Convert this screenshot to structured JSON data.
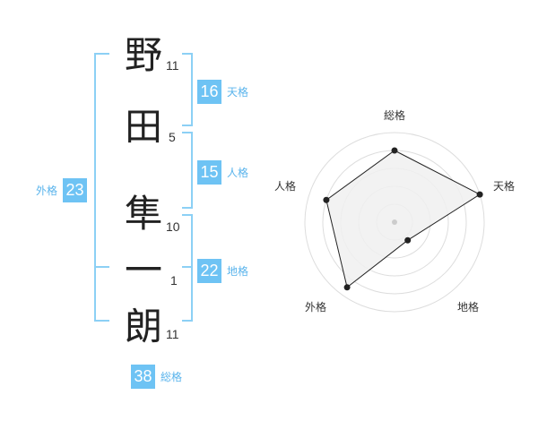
{
  "colors": {
    "accent": "#6ec3f4",
    "accent_text": "#5ab4ec",
    "bracket": "#8cd0f5",
    "ring": "#dddddd",
    "polygon_fill": "#f0f0f0",
    "polygon_stroke": "#222222"
  },
  "name": {
    "characters": [
      {
        "char": "野",
        "strokes": "11"
      },
      {
        "char": "田",
        "strokes": "5"
      },
      {
        "char": "隼",
        "strokes": "10"
      },
      {
        "char": "一",
        "strokes": "1"
      },
      {
        "char": "朗",
        "strokes": "11"
      }
    ]
  },
  "fortune": {
    "tenkaku": {
      "value": "16",
      "label": "天格"
    },
    "jinkaku": {
      "value": "15",
      "label": "人格"
    },
    "chikaku": {
      "value": "22",
      "label": "地格"
    },
    "gaikaku": {
      "value": "23",
      "label": "外格"
    },
    "soukaku": {
      "value": "38",
      "label": "総格"
    }
  },
  "chart_data": {
    "type": "radar",
    "axes": [
      "総格",
      "天格",
      "地格",
      "外格",
      "人格"
    ],
    "values": [
      0.8,
      1.0,
      0.25,
      0.9,
      0.8
    ],
    "rings": 5,
    "range": [
      0,
      1
    ]
  }
}
